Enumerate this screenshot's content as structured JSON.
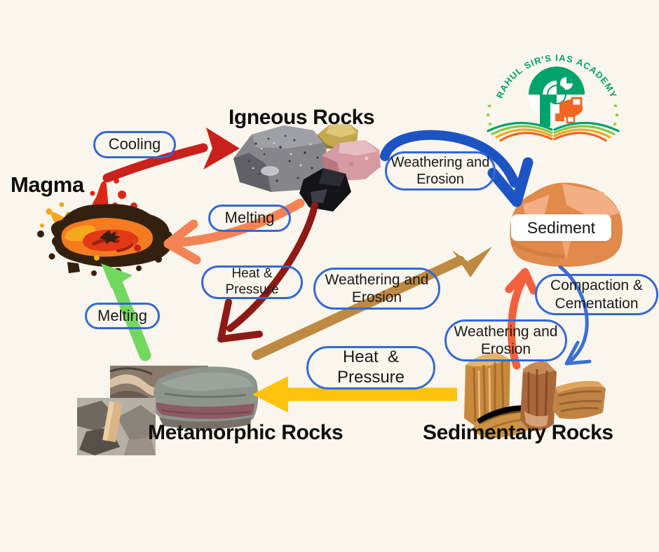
{
  "diagram": {
    "background": "#FAF6EE",
    "titles": {
      "igneous": "Igneous Rocks",
      "magma": "Magma",
      "metamorphic": "Metamorphic Rocks",
      "sedimentary": "Sedimentary Rocks"
    },
    "sediment_label": "Sediment",
    "pills": {
      "cooling": {
        "text": "Cooling"
      },
      "weathering_igneous": {
        "line1": "Weathering and",
        "line2": "Erosion"
      },
      "melting_igneous": {
        "text": "Melting"
      },
      "heat_pressure_igneous": {
        "line1": "Heat &",
        "line2": "Pressure"
      },
      "weathering_metamorphic": {
        "line1": "Weathering and",
        "line2": "Erosion"
      },
      "melting_metamorphic": {
        "text": "Melting"
      },
      "weathering_sedimentary": {
        "line1": "Weathering and",
        "line2": "Erosion"
      },
      "compaction": {
        "line1": "Compaction &",
        "line2": "Cementation"
      },
      "heat_pressure_sedimentary": {
        "line1": "Heat  &",
        "line2": "Pressure"
      }
    },
    "logo": {
      "text": "RAHUL SIR'S IAS ACADEMY",
      "star": "★",
      "green": "#00A36C",
      "lime": "#8CC63F",
      "orange": "#F26522"
    },
    "colors": {
      "pill_border": "#3368D6",
      "arrow_cooling": "#C9211C",
      "arrow_weathering_igneous": "#1D54C4",
      "arrow_melting_igneous": "#F48356",
      "arrow_heat_pressure_igneous": "#8E1A16",
      "arrow_melting_metamorphic": "#72D95E",
      "arrow_weathering_metamorphic": "#BE8A42",
      "arrow_heat_pressure_sedimentary": "#FFC20E",
      "arrow_weathering_sedimentary": "#F2603D",
      "arrow_compaction": "#3B6FD4"
    }
  }
}
